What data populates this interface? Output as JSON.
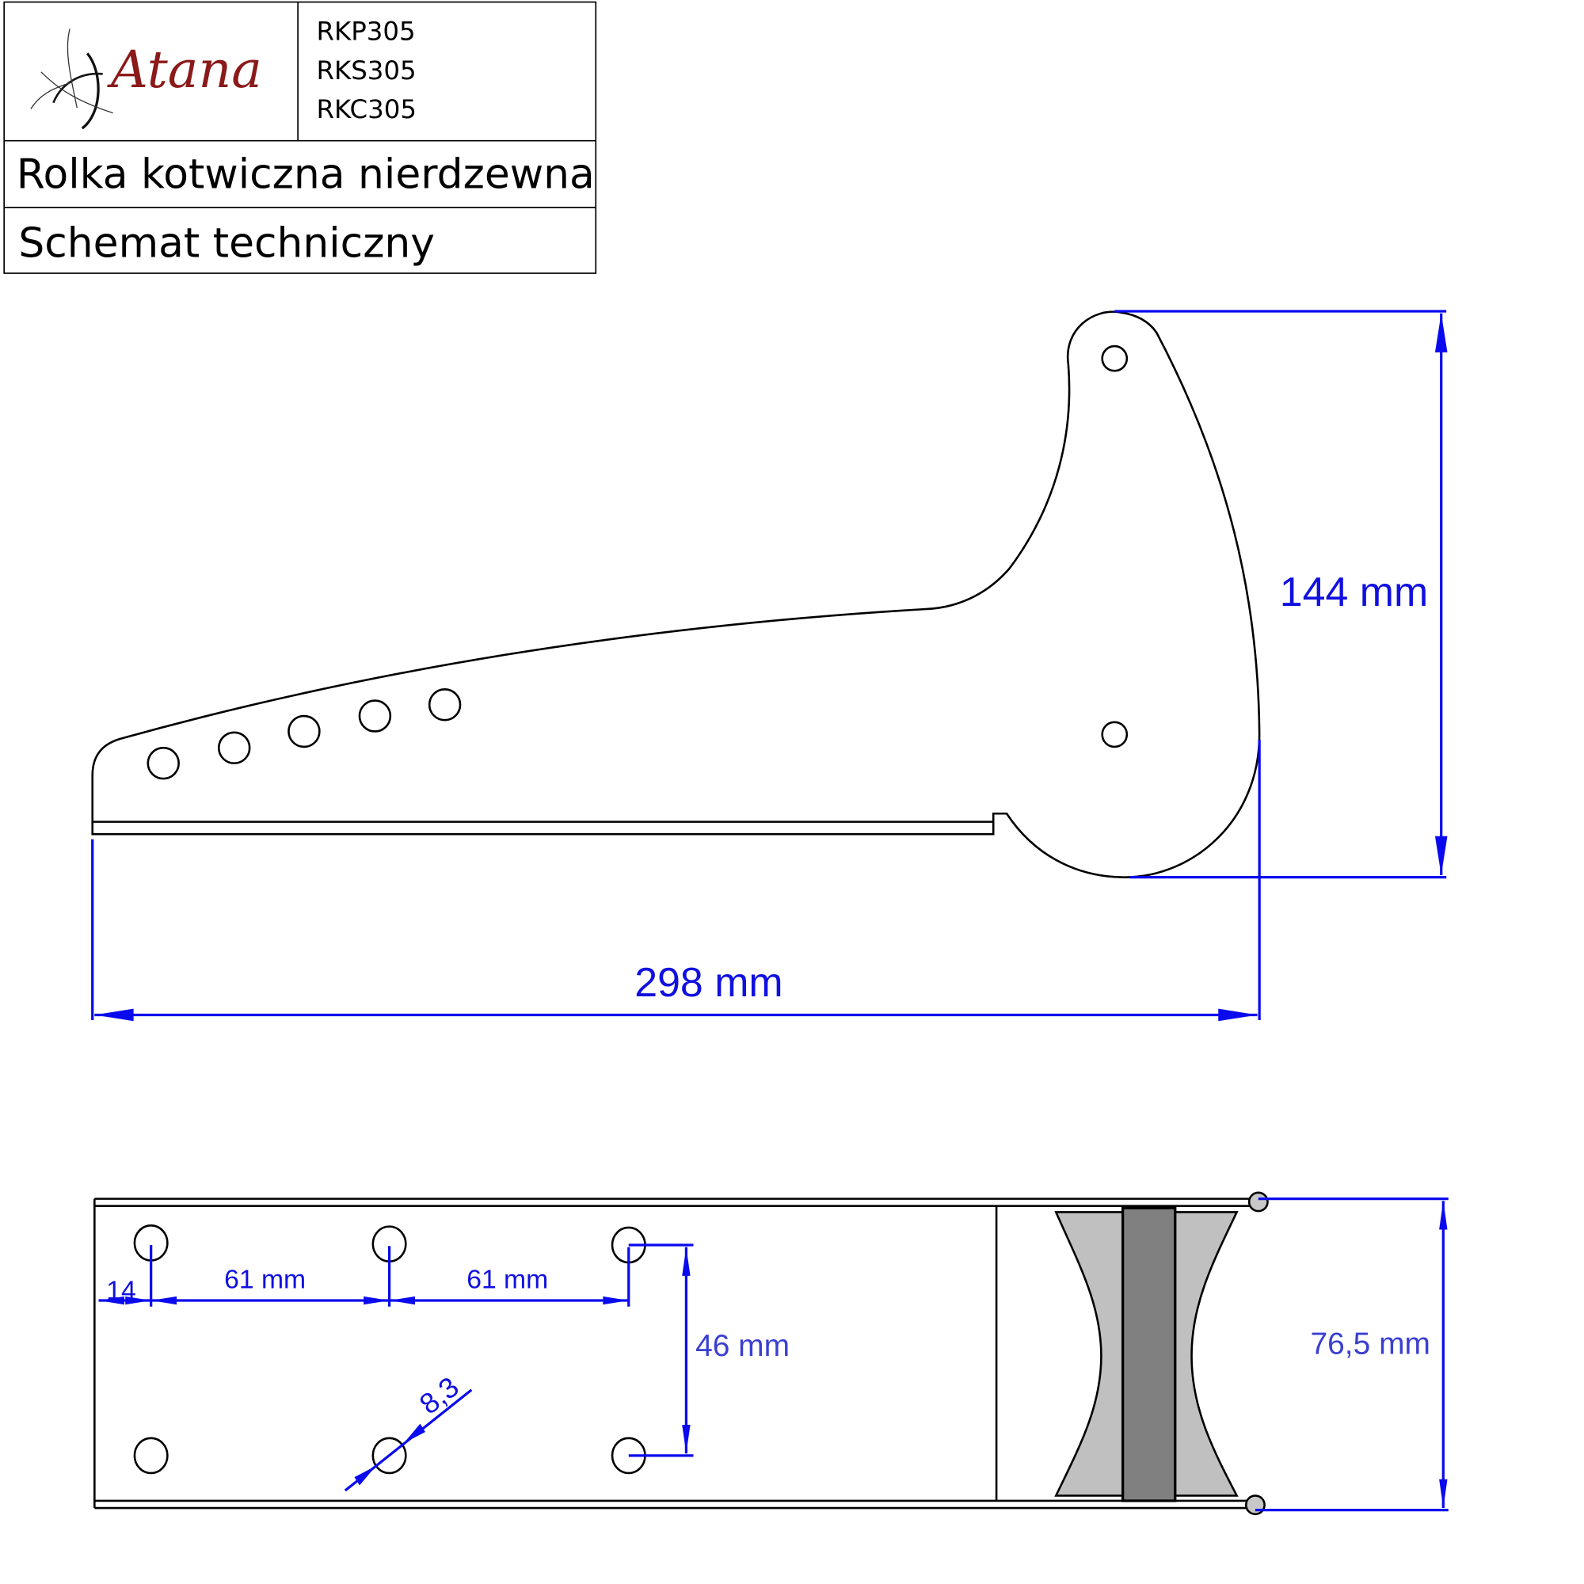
{
  "title_block": {
    "logo_text": "Atana",
    "models": [
      "RKP305",
      "RKS305",
      "RKC305"
    ],
    "product_name": "Rolka kotwiczna nierdzewna",
    "subtitle": "Schemat techniczny"
  },
  "side_view": {
    "height_label": "144 mm",
    "length_label": "298 mm"
  },
  "top_view": {
    "edge_offset_label": "14",
    "spacing_label_1": "61 mm",
    "spacing_label_2": "61 mm",
    "hole_row_distance_label": "46 mm",
    "hole_diameter_label": "8,3",
    "width_label": "76,5 mm"
  },
  "colors": {
    "dimension": "#0a0aee",
    "logo": "#8b1a1a",
    "roller_light": "#c0c0c0",
    "roller_dark": "#808080"
  }
}
